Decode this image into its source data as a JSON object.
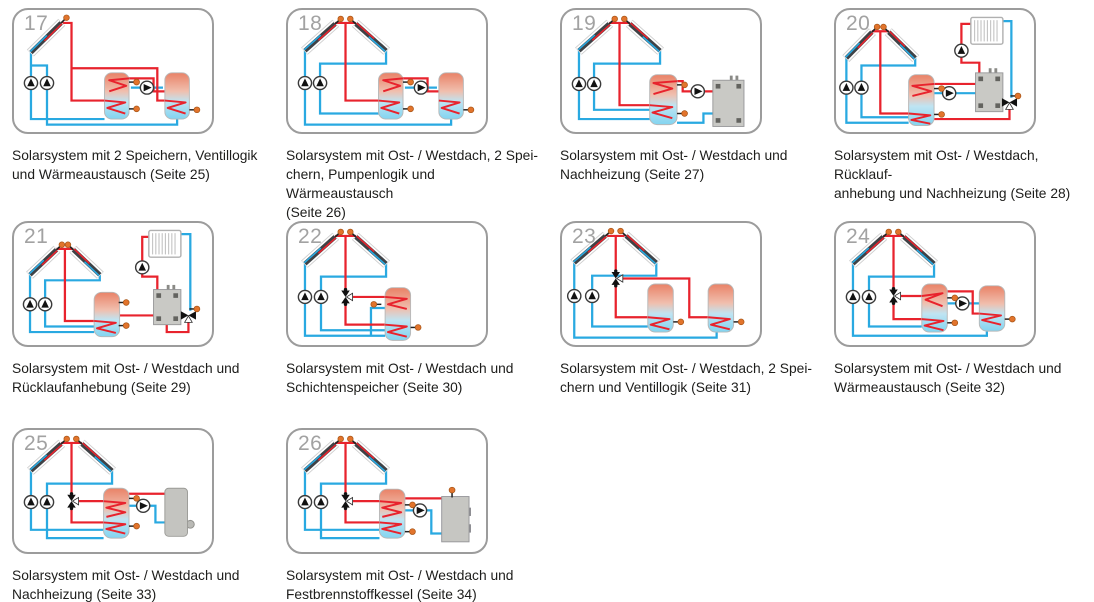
{
  "page": {
    "background": "#ffffff"
  },
  "colors": {
    "pipe_hot_red": "#e8232d",
    "pipe_cold_blue": "#29a9e1",
    "sensor_orange": "#e2742c",
    "card_border_gray": "#9c9c9c",
    "number_gray": "#a2a2a2",
    "tank_warm_top": "#e98267",
    "tank_cold_bottom": "#82d4f0",
    "component_gray": "#c9c9c5"
  },
  "icons": {
    "collector": "solar-collector-icon",
    "pump": "circulation-pump-icon",
    "tank": "storage-tank-icon",
    "coil": "heat-exchanger-coil-icon",
    "sensor": "temperature-sensor-icon",
    "valve": "three-way-valve-icon",
    "radiator": "radiator-icon",
    "boiler": "boiler-icon",
    "solid_fuel_boiler": "solid-fuel-boiler-icon"
  },
  "cards": [
    {
      "number": "17",
      "caption": "Solarsystem mit 2 Speichern, Ventillogik\nund Wärmeaustausch (Seite 25)"
    },
    {
      "number": "18",
      "caption": "Solarsystem mit Ost- / Westdach, 2 Spei-\nchern, Pumpenlogik und Wärmeaustausch\n(Seite 26)"
    },
    {
      "number": "19",
      "caption": "Solarsystem mit Ost- / Westdach und\nNachheizung (Seite 27)"
    },
    {
      "number": "20",
      "caption": "Solarsystem mit Ost- / Westdach, Rücklauf-\nanhebung und Nachheizung (Seite 28)"
    },
    {
      "number": "21",
      "caption": "Solarsystem mit Ost- / Westdach und\nRücklaufanhebung (Seite 29)"
    },
    {
      "number": "22",
      "caption": "Solarsystem mit Ost- / Westdach und\nSchichtenspeicher (Seite 30)"
    },
    {
      "number": "23",
      "caption": "Solarsystem mit Ost- / Westdach, 2 Spei-\nchern und Ventillogik (Seite 31)"
    },
    {
      "number": "24",
      "caption": "Solarsystem mit Ost- / Westdach und\nWärmeaustausch (Seite 32)"
    },
    {
      "number": "25",
      "caption": "Solarsystem mit Ost- / Westdach und\nNachheizung (Seite 33)"
    },
    {
      "number": "26",
      "caption": "Solarsystem mit Ost- / Westdach und\nFestbrennstoffkessel (Seite 34)"
    }
  ]
}
